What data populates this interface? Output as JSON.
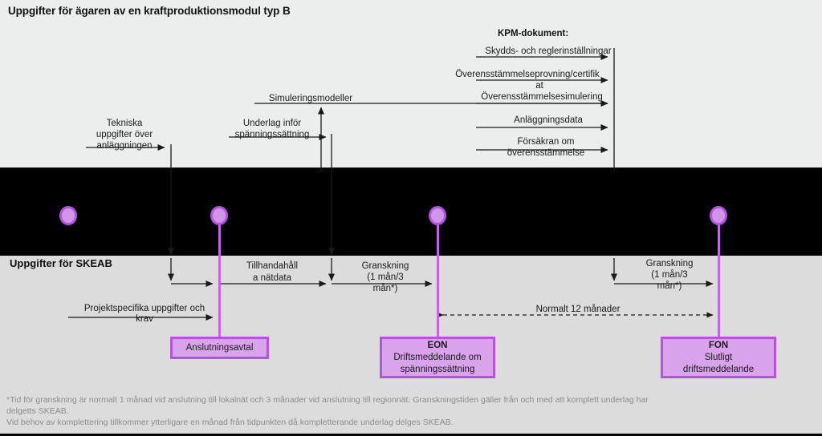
{
  "header": {
    "title": "Uppgifter för ägaren av en kraftproduktionsmodul typ B",
    "skeab_title": "Uppgifter för SKEAB"
  },
  "kpm": {
    "title": "KPM-dokument:",
    "items": [
      "Skydds- och reglerinställningar",
      "Överensstämmelseprovning/certifik",
      "at",
      "Överensstämmelsesimulering",
      "Anläggningsdata",
      "Försäkran om",
      "överensstämmelse"
    ]
  },
  "flows": {
    "tekniska_l1": "Tekniska",
    "tekniska_l2": "uppgifter över",
    "tekniska_l3": "anläggningen",
    "underlag_l1": "Underlag inför",
    "underlag_l2": "spänningssättning",
    "simulering": "Simuleringsmodeller",
    "tillhandahall_l1": "Tillhandahåll",
    "tillhandahall_l2": "a nätdata",
    "projektspecifika_l1": "Projektspecifika uppgifter och",
    "projektspecifika_l2": "krav",
    "granskning_l1": "Granskning",
    "granskning_l2": "(1 mån/3",
    "granskning_l3": "mån*)",
    "normalt": "Normalt 12 månader"
  },
  "boxes": [
    {
      "title": "Anslutningsavtal",
      "line2": "",
      "line3": ""
    },
    {
      "title": "EON",
      "line2": "Driftsmeddelande om",
      "line3": "spänningssättning"
    },
    {
      "title": "FON",
      "line2": "Slutligt",
      "line3": "driftsmeddelande"
    }
  ],
  "footnote": {
    "line1": "*Tid för granskning är  normalt 1 månad vid anslutning till lokalnät och 3 månader vid anslutning till regionnät. Granskningstiden gäller från och med att komplett underlag har",
    "line2": "delgetts SKEAB.",
    "line3": "Vid behov av komplettering tillkommer ytterligare en månad från tidpunkten då kompletterande underlag delges SKEAB."
  },
  "colors": {
    "purple_border": "#b652e2",
    "purple_fill": "#d9a3ec",
    "dot_fill": "#cf95e8",
    "band_top": "#eceeed",
    "band_black": "#000000",
    "band_bottom": "#dcdcdc",
    "line": "#1a1a1a"
  }
}
